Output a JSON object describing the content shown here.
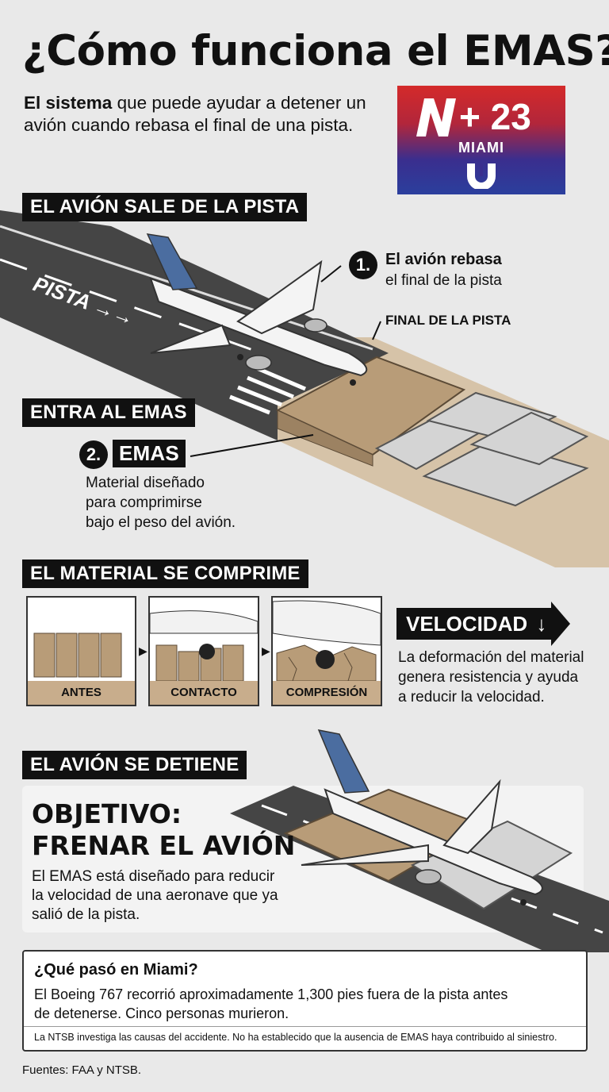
{
  "header": {
    "title": "¿Cómo funciona el EMAS?",
    "subtitle_bold": "El sistema",
    "subtitle_rest": " que puede ayudar a detener un avión cuando rebasa el final de una pista."
  },
  "logo": {
    "mark": "N+23",
    "number": "+ 23",
    "city": "MIAMI"
  },
  "section1": {
    "banner": "EL AVIÓN SALE DE LA PISTA",
    "runway_text": "PISTA →→",
    "step_num": "1.",
    "step_title": "El avión rebasa",
    "step_desc": "el final de la pista",
    "end_label": "FINAL DE LA PISTA"
  },
  "section2": {
    "banner": "ENTRA AL EMAS",
    "step_num": "2.",
    "step_title": "EMAS",
    "desc_lines": [
      "Material diseñado",
      "para comprimirse",
      "bajo el peso del avión."
    ]
  },
  "section3": {
    "banner": "EL MATERIAL SE COMPRIME",
    "panels": [
      "ANTES",
      "CONTACTO",
      "COMPRESIÓN"
    ],
    "speed_label": "VELOCIDAD",
    "speed_desc_lines": [
      "La deformación del material",
      "genera resistencia y ayuda",
      "a reducir la velocidad."
    ]
  },
  "section4": {
    "banner": "EL AVIÓN SE DETIENE",
    "objective_lines": [
      "OBJETIVO:",
      "FRENAR EL AVIÓN"
    ],
    "desc_lines": [
      "El EMAS está diseñado para reducir",
      "la velocidad de una aeronave que ya",
      "salió de la pista."
    ]
  },
  "question": {
    "title": "¿Qué pasó en Miami?",
    "body_lines": [
      "El Boeing 767 recorrió aproximadamente 1,300 pies fuera de la pista antes",
      "de detenerse. Cinco personas murieron."
    ],
    "note": "La NTSB investiga las causas del accidente. No ha establecido que la ausencia de EMAS haya contribuido al siniestro."
  },
  "footer": {
    "sources": "Fuentes: FAA y NTSB."
  },
  "colors": {
    "emas_tan": "#c8ad8c",
    "block_gray": "#cfcfcf",
    "runway": "#444444",
    "ground": "#d6c3a8",
    "logo_red": "#d42a2a",
    "logo_blue": "#2b3f9d"
  }
}
